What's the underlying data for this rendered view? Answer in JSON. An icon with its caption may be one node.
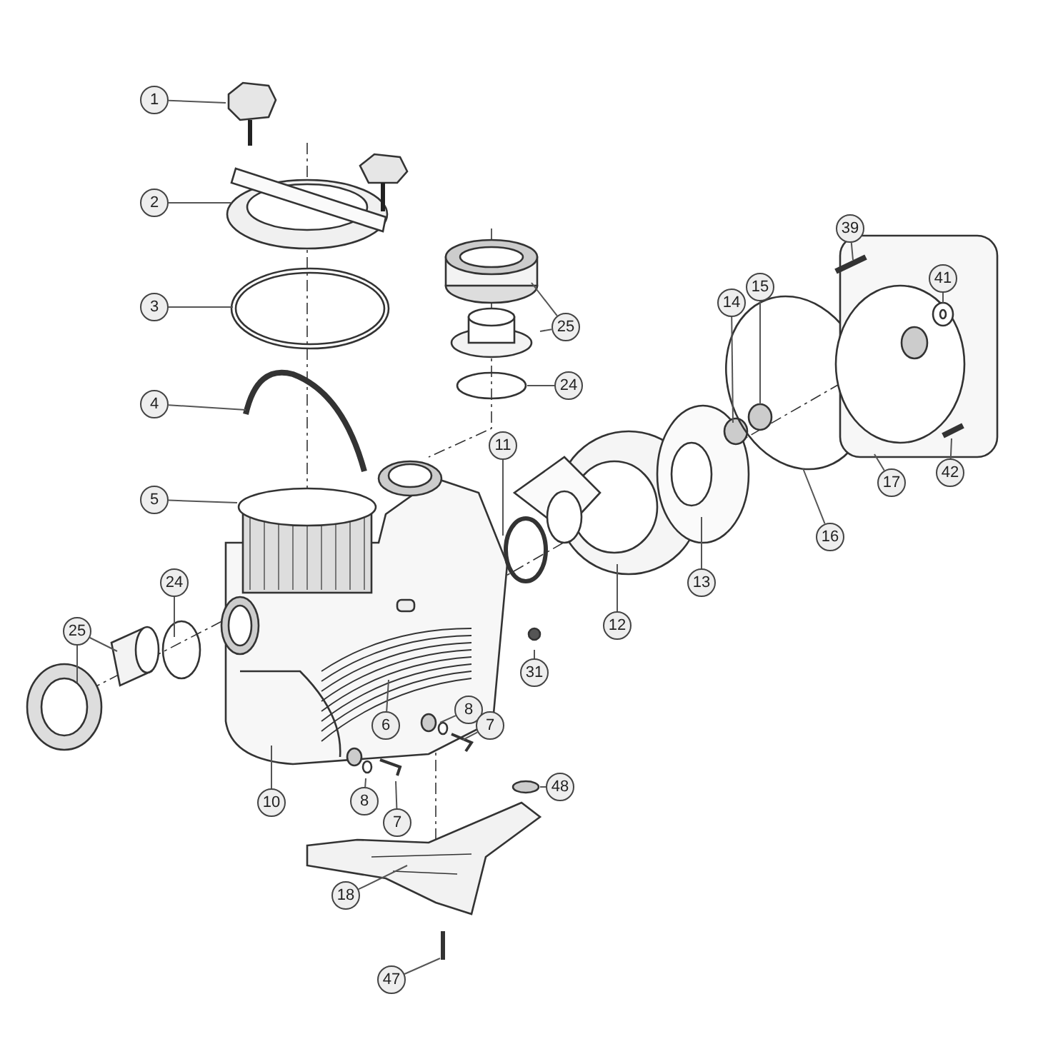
{
  "diagram": {
    "nodes": [
      {
        "text": [
          "1"
        ]
      },
      {
        "text": [
          "39"
        ]
      },
      {
        "text": [
          "2"
        ]
      },
      {
        "text": [
          "41"
        ]
      },
      {
        "text": [
          "15"
        ]
      },
      {
        "text": [
          "14"
        ]
      },
      {
        "text": [
          "3"
        ]
      },
      {
        "text": [
          "25"
        ]
      },
      {
        "text": [
          "24"
        ]
      },
      {
        "text": [
          "4"
        ]
      },
      {
        "text": [
          "11"
        ]
      },
      {
        "text": [
          "42"
        ]
      },
      {
        "text": [
          "17"
        ]
      },
      {
        "text": [
          "5"
        ]
      },
      {
        "text": [
          "16"
        ]
      },
      {
        "text": [
          "13"
        ]
      },
      {
        "text": [
          "24"
        ]
      },
      {
        "text": [
          "12"
        ]
      },
      {
        "text": [
          "25"
        ]
      },
      {
        "text": [
          "31"
        ]
      },
      {
        "text": [
          "8"
        ]
      },
      {
        "text": [
          "7"
        ]
      },
      {
        "text": [
          "6"
        ]
      },
      {
        "text": [
          "48"
        ]
      },
      {
        "text": [
          "8"
        ]
      },
      {
        "text": [
          "10"
        ]
      },
      {
        "text": [
          "7"
        ]
      },
      {
        "text": [
          "18"
        ]
      },
      {
        "text": [
          "47"
        ]
      }
    ],
    "edges": [
      {
        "from": 0,
        "to": null,
        "arrow": "none"
      },
      {
        "from": 1,
        "to": null,
        "arrow": "none"
      },
      {
        "from": 2,
        "to": null,
        "arrow": "none"
      },
      {
        "from": 3,
        "to": null,
        "arrow": "none"
      },
      {
        "from": 4,
        "to": null,
        "arrow": "none"
      },
      {
        "from": 5,
        "to": null,
        "arrow": "none"
      },
      {
        "from": 6,
        "to": null,
        "arrow": "none"
      },
      {
        "from": 7,
        "to": null,
        "arrow": "none"
      },
      {
        "from": 7,
        "to": null,
        "arrow": "none"
      },
      {
        "from": 8,
        "to": null,
        "arrow": "none"
      },
      {
        "from": 9,
        "to": null,
        "arrow": "none"
      },
      {
        "from": 10,
        "to": null,
        "arrow": "none"
      },
      {
        "from": 11,
        "to": null,
        "arrow": "none"
      },
      {
        "from": 12,
        "to": null,
        "arrow": "none"
      },
      {
        "from": 13,
        "to": null,
        "arrow": "none"
      },
      {
        "from": 14,
        "to": null,
        "arrow": "none"
      },
      {
        "from": 15,
        "to": null,
        "arrow": "none"
      },
      {
        "from": 16,
        "to": null,
        "arrow": "none"
      },
      {
        "from": 17,
        "to": null,
        "arrow": "none"
      },
      {
        "from": 18,
        "to": null,
        "arrow": "none"
      },
      {
        "from": 18,
        "to": null,
        "arrow": "none"
      },
      {
        "from": 19,
        "to": null,
        "arrow": "none"
      },
      {
        "from": 20,
        "to": null,
        "arrow": "none"
      },
      {
        "from": 21,
        "to": null,
        "arrow": "none"
      },
      {
        "from": 22,
        "to": null,
        "arrow": "none"
      },
      {
        "from": 23,
        "to": null,
        "arrow": "none"
      },
      {
        "from": 24,
        "to": null,
        "arrow": "none"
      },
      {
        "from": 25,
        "to": null,
        "arrow": "none"
      },
      {
        "from": 26,
        "to": null,
        "arrow": "none"
      },
      {
        "from": 27,
        "to": null,
        "arrow": "none"
      },
      {
        "from": 28,
        "to": null,
        "arrow": "none"
      }
    ]
  }
}
